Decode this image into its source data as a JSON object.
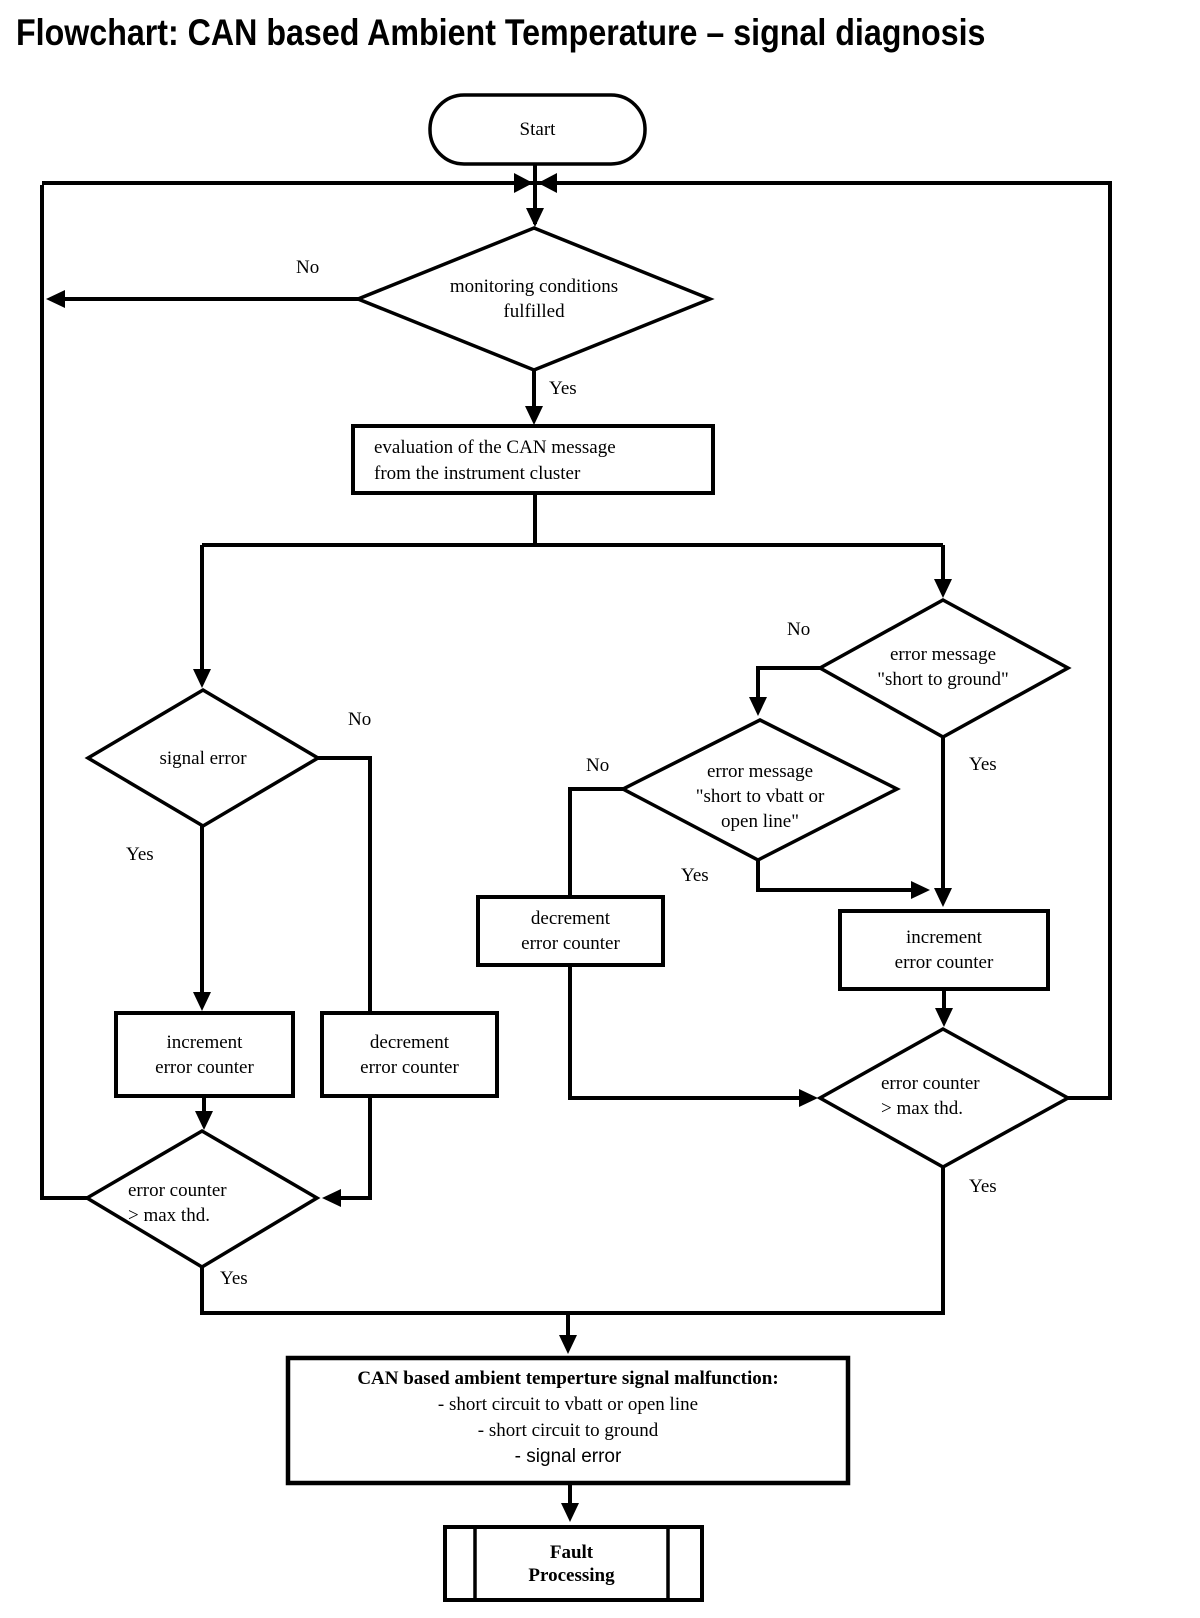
{
  "title": "Flowchart: CAN based Ambient Temperature – signal diagnosis",
  "colors": {
    "ink": "#000000",
    "background": "#ffffff"
  },
  "nodes": {
    "start": "Start",
    "monitoring": "monitoring conditions\nfulfilled",
    "evaluation": "evaluation of the CAN message\nfrom the instrument cluster",
    "signal_error": "signal error",
    "increment_left": "increment\nerror counter",
    "decrement_left": "decrement\nerror counter",
    "error_counter_left": "error counter\n> max thd.",
    "short_to_ground": "error message\n\"short to ground\"",
    "short_to_vbatt": "error message\n\"short to vbatt or\nopen line\"",
    "decrement_right": "decrement\nerror counter",
    "increment_right": "increment\nerror counter",
    "error_counter_right": "error counter\n> max thd.",
    "malfunction_title": "CAN based ambient temperture signal malfunction:",
    "malfunction_items": [
      "- short circuit to vbatt or open line",
      "- short circuit to ground",
      "- signal error"
    ],
    "fault_processing": "Fault\nProcessing"
  },
  "edge_labels": {
    "monitoring_no": "No",
    "monitoring_yes": "Yes",
    "signal_no": "No",
    "signal_yes": "Yes",
    "error_left_yes": "Yes",
    "ground_no": "No",
    "ground_yes": "Yes",
    "vbatt_no": "No",
    "vbatt_yes": "Yes",
    "error_right_yes": "Yes"
  }
}
